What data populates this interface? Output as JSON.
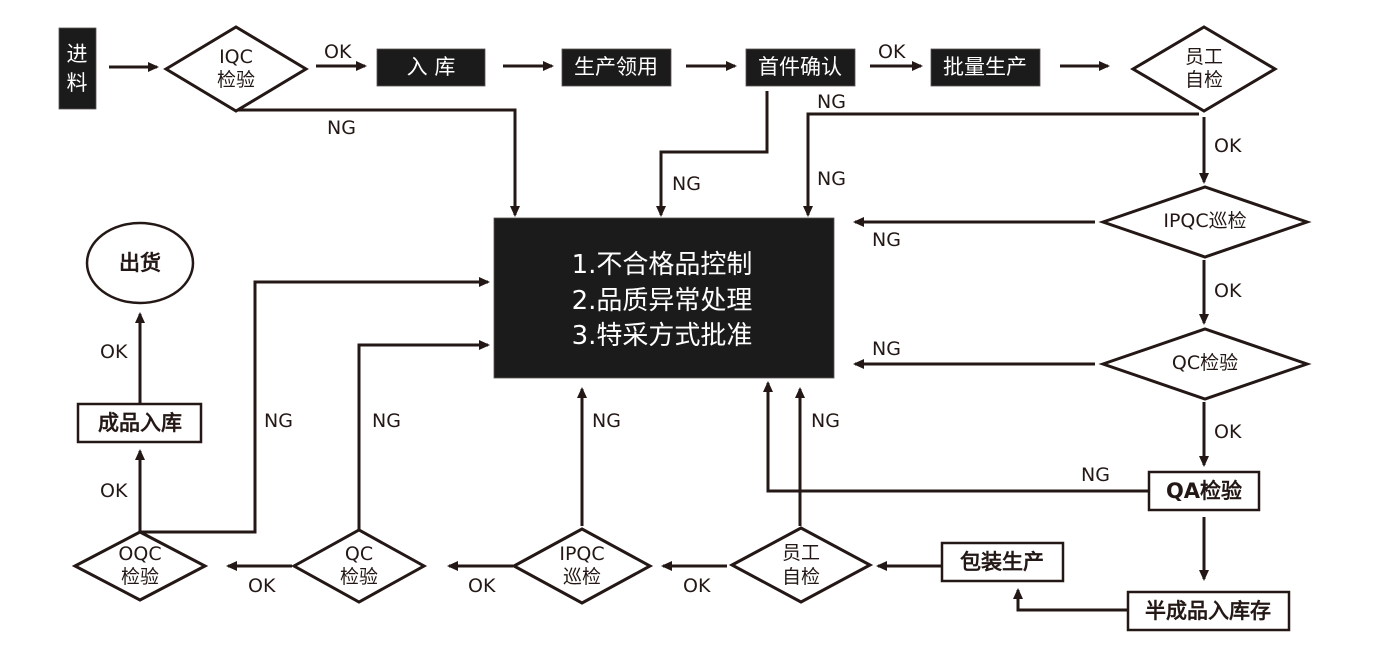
{
  "colors": {
    "line": "#231815",
    "dark_box_fill": "#1b1b1b",
    "dark_box_text": "#ffffff",
    "background": "#ffffff"
  },
  "nodes": {
    "incoming": {
      "lines": [
        "进",
        "料"
      ]
    },
    "iqc": {
      "lines": [
        "IQC",
        "检验"
      ]
    },
    "warehouse_in": {
      "label": "入 库"
    },
    "material_issue": {
      "label": "生产领用"
    },
    "first_article": {
      "label": "首件确认"
    },
    "mass_production": {
      "label": "批量生产"
    },
    "self_check_top": {
      "lines": [
        "员工",
        "自检"
      ]
    },
    "ipqc_patrol": {
      "label": "IPQC巡检"
    },
    "qc_inspection": {
      "label": "QC检验"
    },
    "qa_inspection": {
      "label": "QA检验"
    },
    "semi_finished_storage": {
      "label": "半成品入库存"
    },
    "packaging": {
      "label": "包装生产"
    },
    "self_check_bottom": {
      "lines": [
        "员工",
        "自检"
      ]
    },
    "ipqc_patrol_bottom": {
      "lines": [
        "IPQC",
        "巡检"
      ]
    },
    "qc_inspection_bottom": {
      "lines": [
        "QC",
        "检验"
      ]
    },
    "oqc": {
      "lines": [
        "OQC",
        "检验"
      ]
    },
    "finished_storage": {
      "label": "成品入库"
    },
    "shipping": {
      "label": "出货"
    },
    "control_center": {
      "lines": [
        "1.不合格品控制",
        "2.品质异常处理",
        "3.特采方式批准"
      ]
    }
  },
  "edges": [
    {
      "from": "incoming",
      "to": "iqc",
      "label": ""
    },
    {
      "from": "iqc",
      "to": "warehouse_in",
      "label": "OK"
    },
    {
      "from": "iqc",
      "to": "control_center",
      "label": "NG"
    },
    {
      "from": "warehouse_in",
      "to": "material_issue",
      "label": ""
    },
    {
      "from": "material_issue",
      "to": "first_article",
      "label": ""
    },
    {
      "from": "first_article",
      "to": "mass_production",
      "label": "OK"
    },
    {
      "from": "first_article",
      "to": "control_center",
      "label": "NG"
    },
    {
      "from": "mass_production",
      "to": "self_check_top",
      "label": ""
    },
    {
      "from": "self_check_top",
      "to": "control_center",
      "label": "NG"
    },
    {
      "from": "self_check_top",
      "to": "ipqc_patrol",
      "label": "OK"
    },
    {
      "from": "ipqc_patrol",
      "to": "control_center",
      "label": "NG"
    },
    {
      "from": "ipqc_patrol",
      "to": "qc_inspection",
      "label": "OK"
    },
    {
      "from": "qc_inspection",
      "to": "control_center",
      "label": "NG"
    },
    {
      "from": "qc_inspection",
      "to": "qa_inspection",
      "label": "OK"
    },
    {
      "from": "qa_inspection",
      "to": "control_center",
      "label": "NG"
    },
    {
      "from": "qa_inspection",
      "to": "semi_finished_storage",
      "label": ""
    },
    {
      "from": "semi_finished_storage",
      "to": "packaging",
      "label": ""
    },
    {
      "from": "packaging",
      "to": "self_check_bottom",
      "label": ""
    },
    {
      "from": "self_check_bottom",
      "to": "control_center",
      "label": "NG"
    },
    {
      "from": "self_check_bottom",
      "to": "ipqc_patrol_bottom",
      "label": "OK"
    },
    {
      "from": "ipqc_patrol_bottom",
      "to": "control_center",
      "label": "NG"
    },
    {
      "from": "ipqc_patrol_bottom",
      "to": "qc_inspection_bottom",
      "label": "OK"
    },
    {
      "from": "qc_inspection_bottom",
      "to": "control_center",
      "label": "NG"
    },
    {
      "from": "qc_inspection_bottom",
      "to": "oqc",
      "label": "OK"
    },
    {
      "from": "oqc",
      "to": "control_center",
      "label": "NG"
    },
    {
      "from": "oqc",
      "to": "finished_storage",
      "label": "OK"
    },
    {
      "from": "finished_storage",
      "to": "shipping",
      "label": "OK"
    }
  ]
}
